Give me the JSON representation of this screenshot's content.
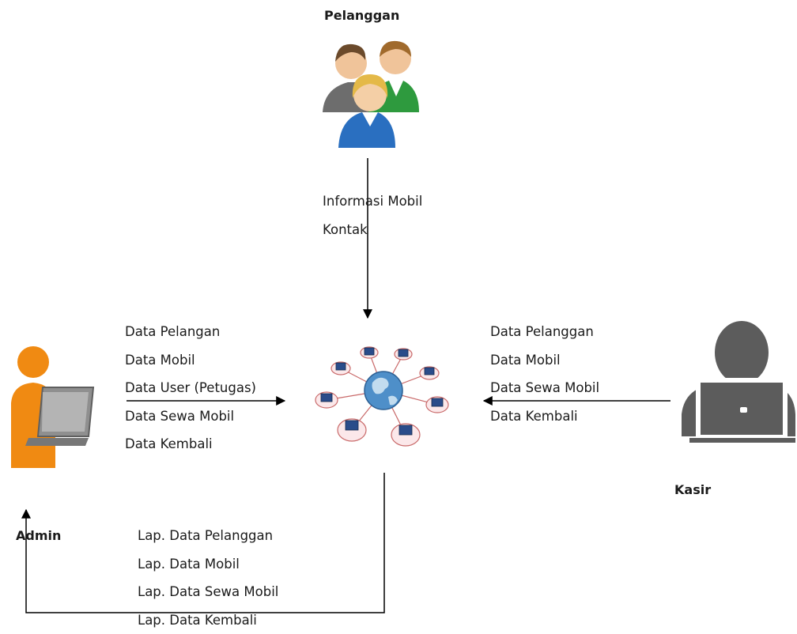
{
  "actors": {
    "pelanggan": "Pelanggan",
    "admin": "Admin",
    "kasir": "Kasir"
  },
  "flows": {
    "pelanggan_to_system": [
      "Informasi Mobil",
      "Kontak"
    ],
    "admin_to_system": [
      "Data Pelangan",
      "Data Mobil",
      "Data User (Petugas)",
      "Data Sewa Mobil",
      "Data Kembali"
    ],
    "kasir_to_system": [
      "Data Pelanggan",
      "Data Mobil",
      "Data Sewa Mobil",
      "Data Kembali"
    ],
    "system_to_admin": [
      "Lap. Data Pelanggan",
      "Lap. Data Mobil",
      "Lap. Data Sewa Mobil",
      "Lap. Data Kembali"
    ]
  },
  "icons": {
    "pelanggan": "users-group-icon",
    "admin": "admin-laptop-icon",
    "kasir": "user-laptop-icon",
    "system": "network-globe-icon"
  }
}
